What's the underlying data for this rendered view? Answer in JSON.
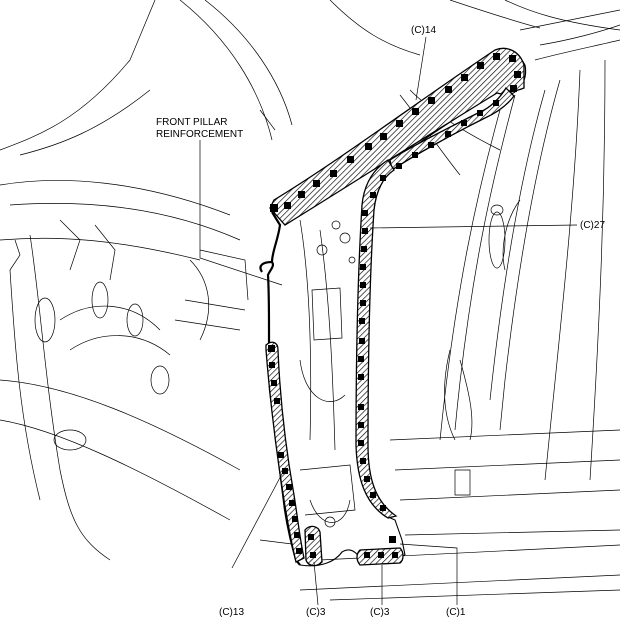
{
  "labels": {
    "front_pillar_line1": "FRONT PILLAR",
    "front_pillar_line2": "REINFORCEMENT",
    "c14": "(C)14",
    "c27": "(C)27",
    "c13": "(C)13",
    "c3a": "(C)3",
    "c3b": "(C)3",
    "c1": "(C)1"
  },
  "colors": {
    "line": "#000000",
    "background": "#ffffff"
  }
}
